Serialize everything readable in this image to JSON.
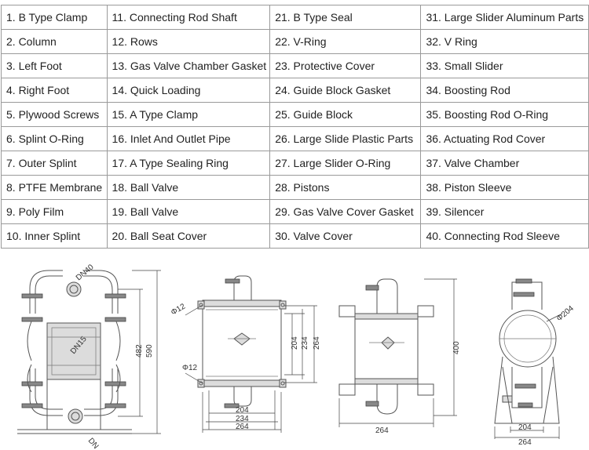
{
  "parts_columns": [
    [
      "1. B Type Clamp",
      "2. Column",
      "3. Left Foot",
      "4. Right Foot",
      "5. Plywood Screws",
      "6. Splint O-Ring",
      "7. Outer Splint",
      "8. PTFE Membrane",
      "9. Poly Film",
      "10. Inner Splint"
    ],
    [
      "11. Connecting Rod Shaft",
      "12. Rows",
      "13. Gas Valve Chamber Gasket",
      "14. Quick Loading",
      "15. A Type Clamp",
      "16. Inlet And Outlet Pipe",
      "17. A Type Sealing Ring",
      "18. Ball Valve",
      "19. Ball Valve",
      "20. Ball Seat Cover"
    ],
    [
      "21. B Type Seal",
      "22. V-Ring",
      "23. Protective Cover",
      "24. Guide Block Gasket",
      "25. Guide Block",
      "26. Large Slide Plastic Parts",
      "27. Large Slider O-Ring",
      "28. Pistons",
      "29. Gas Valve Cover Gasket",
      "30. Valve Cover"
    ],
    [
      "31. Large Slider Aluminum Parts",
      "32. V Ring",
      "33. Small Slider",
      "34. Boosting Rod",
      "35. Boosting Rod O-Ring",
      "36. Actuating Rod Cover",
      "37. Valve Chamber",
      "38. Piston Sleeve",
      "39. Silencer",
      "40. Connecting Rod Sleeve"
    ]
  ],
  "column_widths": [
    135,
    208,
    193,
    214
  ],
  "view1": {
    "dn_top": "DN40",
    "dn_mid": "DN15",
    "dn_bottom": "DN",
    "dim_inner": "482",
    "dim_outer": "590"
  },
  "view2": {
    "dia_top": "Φ12",
    "dia_bottom": "Φ12",
    "dim_v1": "204",
    "dim_v2": "234",
    "dim_v3": "264",
    "dim_h1": "204",
    "dim_h2": "234",
    "dim_h3": "264"
  },
  "view3": {
    "dim_height": "400",
    "dim_width": "264"
  },
  "view4": {
    "dia": "Φ204",
    "dim_w1": "204",
    "dim_w2": "264"
  }
}
